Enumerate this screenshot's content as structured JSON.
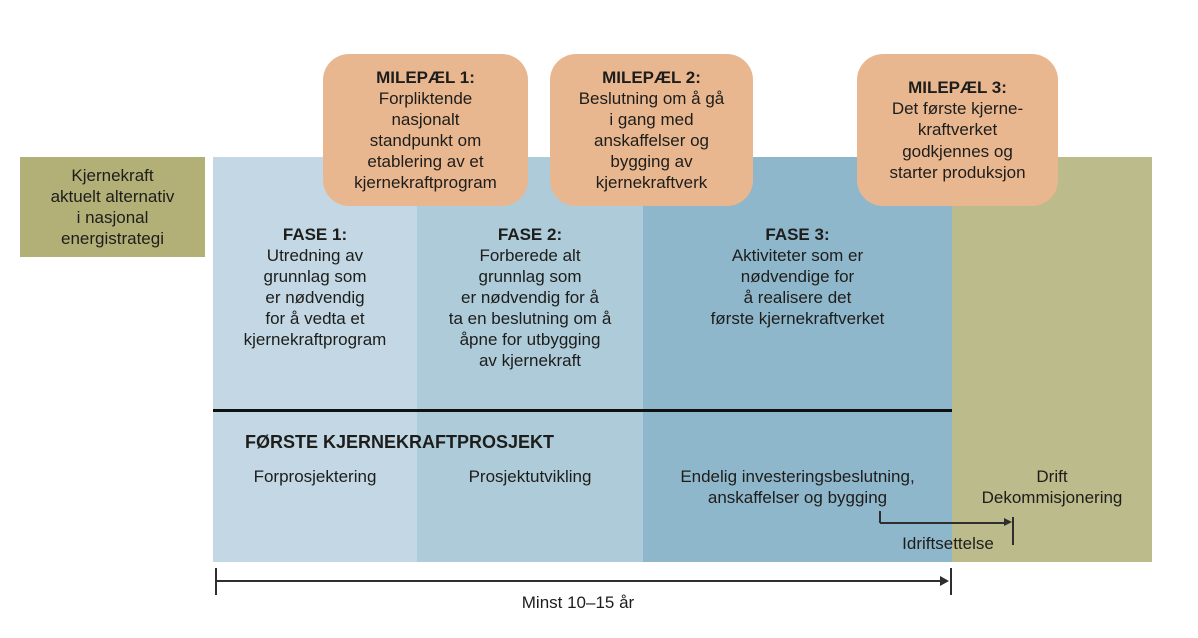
{
  "colors": {
    "intro_fill": "#b3b077",
    "phase1_fill": "#c3d8e4",
    "phase2_fill": "#adcbd9",
    "phase3_fill": "#8fb7cb",
    "operations_fill": "#bcbb8b",
    "milestone_fill": "#e9b78f",
    "text": "#1d1d1b"
  },
  "intro_box": {
    "text": "Kjernekraft\naktuelt alternativ\ni nasjonal\nenergistrategi"
  },
  "milestones": [
    {
      "title": "MILEPÆL 1:",
      "body": "Forpliktende\nnasjonalt\nstandpunkt om\netablering av et\nkjernekraftprogram"
    },
    {
      "title": "MILEPÆL 2:",
      "body": "Beslutning om å gå\ni gang med\nanskaffelser og\nbygging av\nkjernekraftverk"
    },
    {
      "title": "MILEPÆL 3:",
      "body": "Det første kjerne-\nkraftverket\ngodkjennes og\nstarter produksjon"
    }
  ],
  "phases": [
    {
      "title": "FASE 1:",
      "body": "Utredning av\ngrunnlag som\ner nødvendig\nfor å vedta et\nkjernekraftprogram",
      "project_activity": "Forprosjektering"
    },
    {
      "title": "FASE 2:",
      "body": "Forberede alt\ngrunnlag som\ner nødvendig for å\nta en beslutning om å\nåpne for utbygging\nav kjernekraft",
      "project_activity": "Prosjektutvikling"
    },
    {
      "title": "FASE 3:",
      "body": "Aktiviteter som er\nnødvendige for\nå realisere det\nførste kjernekraftverket",
      "project_activity": "Endelig investeringsbeslutning,\nanskaffelser og bygging"
    }
  ],
  "project_band": {
    "heading": "FØRSTE KJERNEKRAFTPROSJEKT"
  },
  "operations_column": {
    "text": "Drift\nDekommisjonering"
  },
  "commissioning": {
    "label": "Idriftsettelse"
  },
  "timeline": {
    "label": "Minst 10–15 år"
  }
}
